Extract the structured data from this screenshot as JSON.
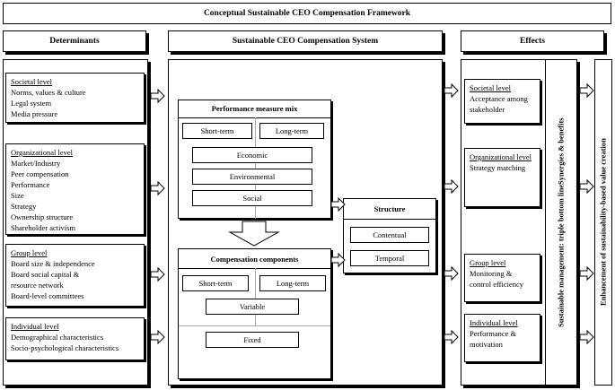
{
  "framework_title": "Conceptual Sustainable CEO Compensation Framework",
  "columns": {
    "determinants": "Determinants",
    "system": "Sustainable CEO Compensation System",
    "effects": "Effects"
  },
  "determinants": [
    {
      "heading": "Societal level",
      "items": [
        "Norms, values & culture",
        "Legal system",
        "Media pressure"
      ]
    },
    {
      "heading": "Organizational level",
      "items": [
        "Market/Industry",
        "Peer compensation",
        "Performance",
        "Size",
        "Strategy",
        "Ownership structure",
        "Shareholder activism"
      ]
    },
    {
      "heading": "Group level",
      "items": [
        "Board size & independence",
        "Board social capital &",
        "resource network",
        "Board-level committees"
      ]
    },
    {
      "heading": "Individual level",
      "items": [
        "Demographical characteristics",
        "Socio-psychological characteristics"
      ]
    }
  ],
  "performance_mix": {
    "title": "Performance measure mix",
    "short_term": "Short-term",
    "long_term": "Long-term",
    "measures": [
      "Economic",
      "Environmental",
      "Social"
    ]
  },
  "compensation": {
    "title": "Compensation components",
    "short_term": "Short-term",
    "long_term": "Long-term",
    "variable": "Variable",
    "fixed": "Fixed"
  },
  "structure": {
    "title": "Structure",
    "items": [
      "Contentual",
      "Temporal"
    ]
  },
  "effects": [
    {
      "heading": "Societal level",
      "items": [
        "Acceptance among",
        "stakeholder"
      ]
    },
    {
      "heading": "Organizational level",
      "items": [
        "Strategy matching"
      ]
    },
    {
      "heading": "Group level",
      "items": [
        "Monitoring &",
        "control efficiency"
      ]
    },
    {
      "heading": "Individual level",
      "items": [
        "Performance &",
        "motivation"
      ]
    }
  ],
  "sustainable_management": {
    "line1": "Sustainable management: triple bottom line",
    "line2": "Synergies & benefits"
  },
  "enhancement": "Enhancement of sustainability-based value creation"
}
